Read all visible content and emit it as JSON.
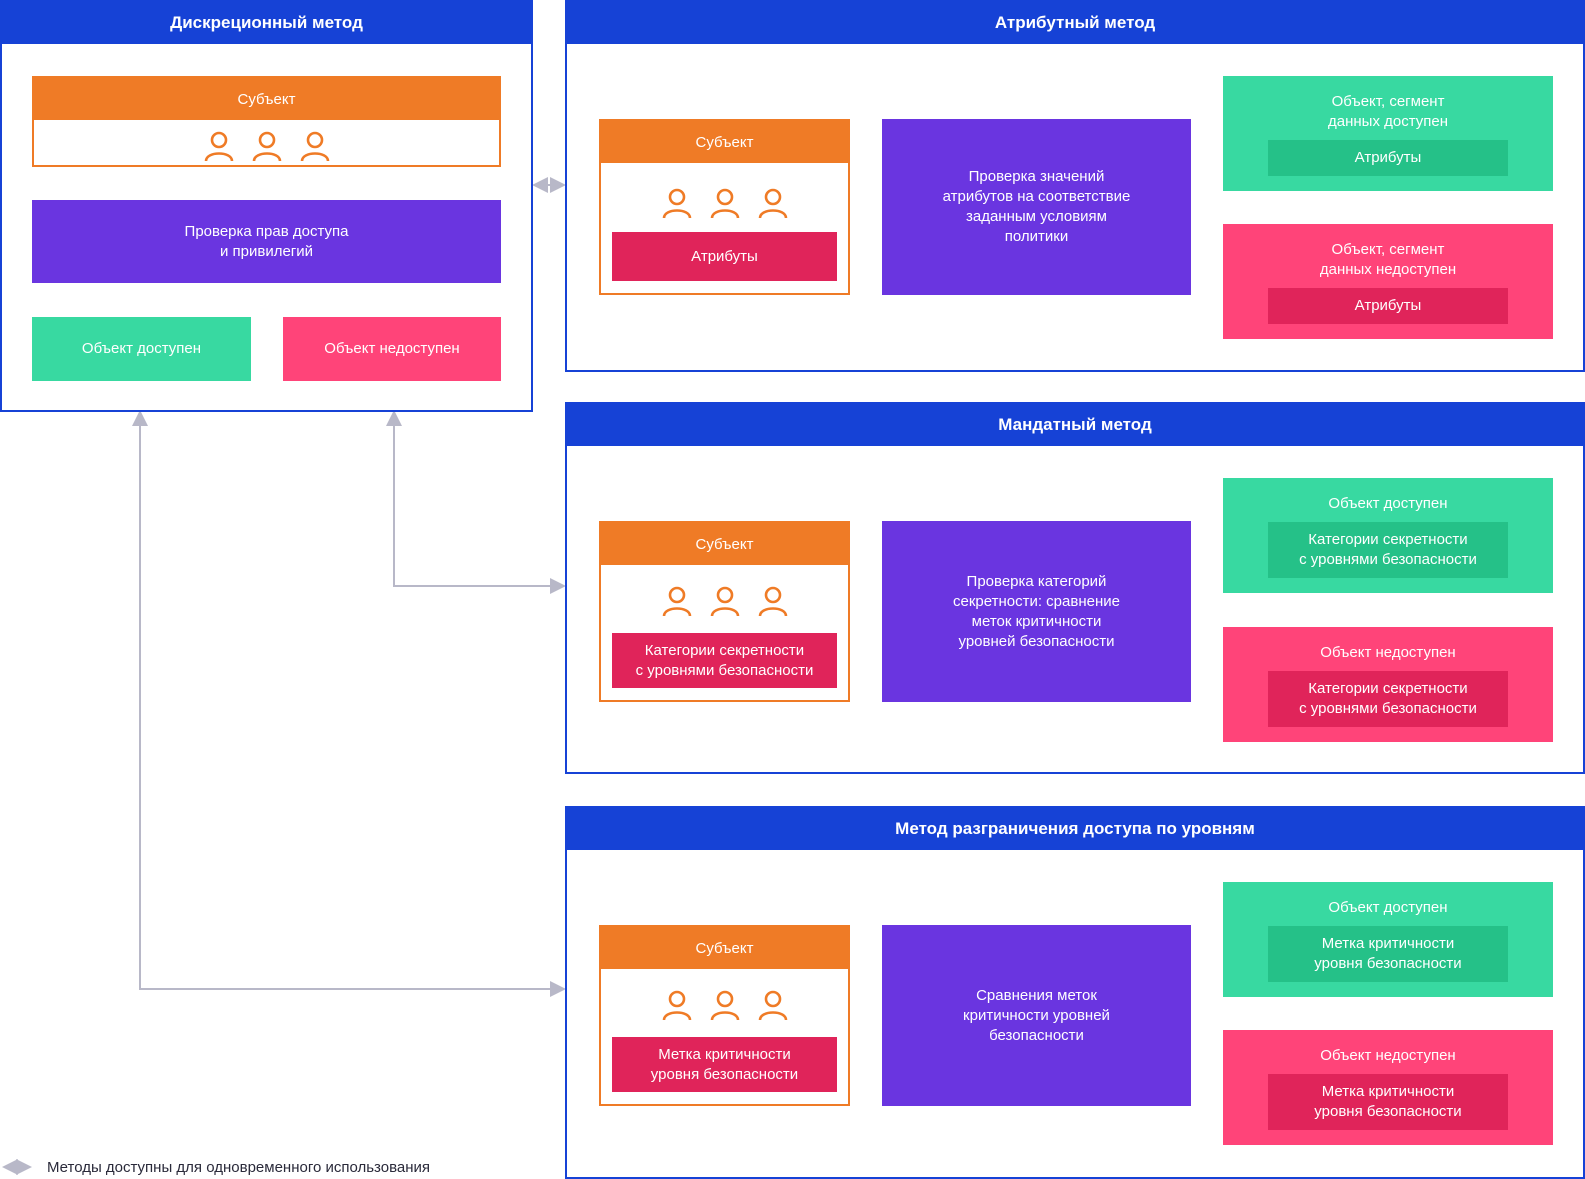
{
  "discretionary": {
    "title": "Дискреционный метод",
    "subject": "Субъект",
    "check": "Проверка прав доступа\nи привилегий",
    "obj_available": "Объект доступен",
    "obj_unavailable": "Объект недоступен"
  },
  "attribute": {
    "title": "Атрибутный метод",
    "subject": "Субъект",
    "subject_attr": "Атрибуты",
    "check": "Проверка значений\nатрибутов на соответствие\nзаданным условиям\nполитики",
    "obj_available": "Объект, сегмент\nданных доступен",
    "obj_available_attr": "Атрибуты",
    "obj_unavailable": "Объект, сегмент\nданных недоступен",
    "obj_unavailable_attr": "Атрибуты"
  },
  "mandatory": {
    "title": "Мандатный метод",
    "subject": "Субъект",
    "subject_attr": "Категории секретности\nс уровнями безопасности",
    "check": "Проверка категорий\nсекретности: сравнение\nметок критичности\nуровней безопасности",
    "obj_available": "Объект доступен",
    "obj_available_attr": "Категории секретности\nс уровнями безопасности",
    "obj_unavailable": "Объект недоступен",
    "obj_unavailable_attr": "Категории секретности\nс уровнями безопасности"
  },
  "levels": {
    "title": "Метод разграничения доступа по уровням",
    "subject": "Субъект",
    "subject_attr": "Метка критичности\nуровня безопасности",
    "check": "Сравнения меток\nкритичности уровней\nбезопасности",
    "obj_available": "Объект доступен",
    "obj_available_attr": "Метка критичности\nуровня безопасности",
    "obj_unavailable": "Объект недоступен",
    "obj_unavailable_attr": "Метка критичности\nуровня безопасности"
  },
  "legend": {
    "text": "Методы доступны для одновременного использования",
    "icon": "double-arrow-icon"
  },
  "colors": {
    "blue": "#1642d6",
    "orange": "#ef7b26",
    "purple": "#6a35e0",
    "green": "#38d9a1",
    "pink": "#ff4479",
    "crimson": "#e0245a",
    "connector": "#b8b8c8"
  }
}
